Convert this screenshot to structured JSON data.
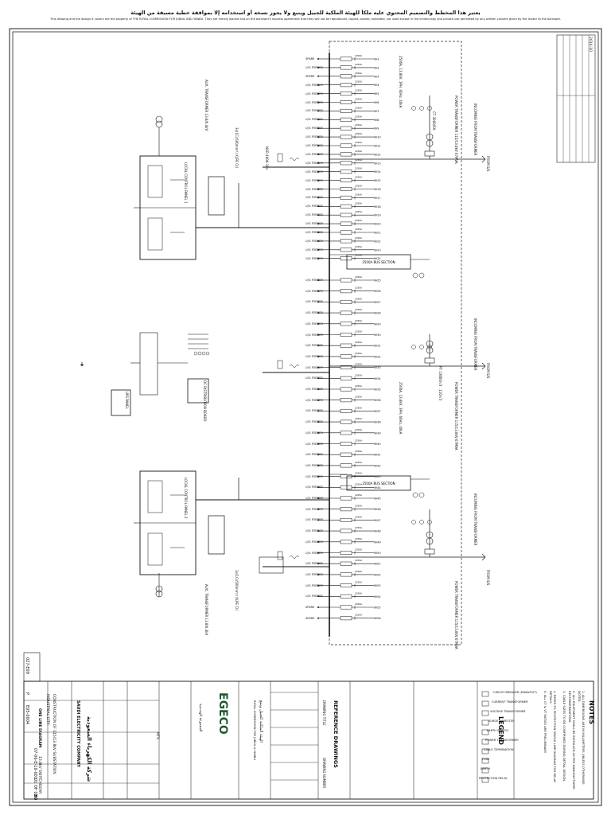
{
  "header": {
    "arabic_notice": "يعتبر هذا المخطط والتصميم المحتوي عليه ملكاً للهيئة الملكية للجبيل وينبع ولا يجوز نسخه أو استخدامه إلا بموافقة خطية مسبقة من الهيئة",
    "english_notice": "This drawing and the design it covers are the property of THE ROYAL COMMISSION FOR JUBAIL AND YANBU. They are merely loaned and on the borrower's express agreement that they will not be reproduced, copied, loaned, exhibited, nor used except in the limited way and private use permitted by any written consent given by the lender to the borrower."
  },
  "feeders": {
    "feeder_label": "U/G FEEDER",
    "spare_label": "SPARE",
    "breaker_rating": "1250A",
    "breaker_prefix": "9H",
    "top_group_count": 24,
    "bottom_group_count": 32
  },
  "buses": {
    "bus_section_label": "2500A BUS SECTION",
    "bus_rating_label": "2500A, 13.8kV, 3PH, 60Hz, 40kA",
    "incoming_label": "INCOMING FROM TRANSFORMER",
    "cable_label": "3x(1Cx500mm²) XLPE CU",
    "from_label": "FROM S/S"
  },
  "transformers": {
    "main_label": "POWER TRANSFORMER 115/13.8kV 67MVA",
    "aux_label": "AUX. TRANSFORMER 13.8/0.4kV",
    "ngr_label": "NGR 400A 10s",
    "ct_label": "CT 3000/5A",
    "pt_label": "PT 13800/√3 : 110/√3"
  },
  "panels": {
    "top_panel_label": "LOCAL CONTROL PANEL 1",
    "bottom_panel_label": "LOCAL CONTROL PANEL 2",
    "ups_label": "UPS PANEL",
    "dc_label": "DC DISTRIBUTION BOARD"
  },
  "notes": {
    "title": "NOTES",
    "items": [
      "1. ALL DIMENSIONS ARE IN MILLIMETERS UNLESS OTHERWISE NOTED.",
      "2. ALL EQUIPMENT SHALL BE INSTALLED AS PER MANUFACTURER RECOMMENDATIONS.",
      "3. CABLE SIZES TO BE CONFIRMED DURING DETAIL DESIGN.",
      "4. REFER TO PROTECTION SINGLE LINE DIAGRAM FOR RELAY DETAILS.",
      "5. ALL CT & VT RATIOS ARE PRELIMINARY."
    ]
  },
  "legend": {
    "title": "LEGEND",
    "items": [
      "CIRCUIT BREAKER (DRAWOUT)",
      "CURRENT TRANSFORMER",
      "VOLTAGE TRANSFORMER",
      "SURGE ARRESTER",
      "EARTH SWITCH",
      "POWER TRANSFORMER",
      "CABLE TERMINATION",
      "FUSE",
      "EARTH",
      "PROTECTION RELAY"
    ]
  },
  "reference": {
    "title": "REFERENCE DRAWINGS",
    "col_number": "DRAWING NUMBER",
    "col_title": "DRAWING TITLE"
  },
  "titleblock": {
    "owner_ar": "الهيئة الملكية للجبيل وينبع",
    "owner_en": "ROYAL COMMISSION FOR JUBAIL & YANBU",
    "consultant": "EGECO",
    "consultant_ar": "المجموعة الهندسية",
    "contractor": "SAUDI ELECTRICITY COMPANY",
    "contractor_ar": "شركة الكهرباء السعودية",
    "project_title": "CONSTRUCTION OF 115/13.8kV SUBSTATION",
    "project_sub": "INDUSTRIAL CITY",
    "drawing_title": "ONE LINE DIAGRAM",
    "drawing_sub": "13.8kV SWITCHGEAR",
    "drawing_no": "07-06-E-10-001",
    "sheet": "01 OF 02",
    "rev": "B0",
    "scale": "NTS",
    "date": "2014-10",
    "code_a": "027-E09",
    "code_b": "P",
    "code_c": "E05-0004"
  },
  "colors": {
    "line": "#1a1a1a",
    "paper": "#ffffff"
  }
}
